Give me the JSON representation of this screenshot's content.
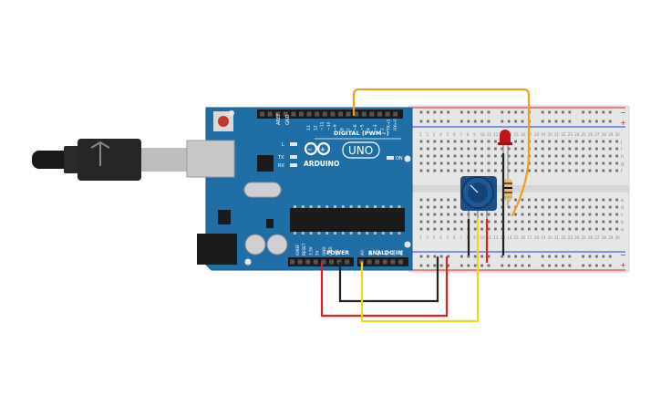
{
  "board": {
    "brand": "ARDUINO",
    "model": "UNO",
    "digital_label": "DIGITAL (PWM~)",
    "power_label": "POWER",
    "analog_label": "ANALOG IN",
    "on_label": "ON",
    "l_label": "L",
    "tx_label": "TX",
    "rx_label": "RX",
    "aref_label": "AREF",
    "gnd_label": "GND",
    "digital_pins": [
      "13",
      "12",
      "~11",
      "~10",
      "~9",
      "8",
      "7",
      "~6",
      "~5",
      "4",
      "~3",
      "2",
      "TX→1",
      "RX←0"
    ],
    "power_pins": [
      "IOREF",
      "RESET",
      "3.3V",
      "5V",
      "GND",
      "GND",
      "Vin"
    ],
    "analog_pins": [
      "A0",
      "A1",
      "A2",
      "A3",
      "A4",
      "A5"
    ]
  },
  "breadboard": {
    "row_letters_top": [
      "j",
      "i",
      "h",
      "g",
      "f"
    ],
    "row_letters_bottom": [
      "e",
      "d",
      "c",
      "b",
      "a"
    ],
    "column_numbers": [
      "1",
      "2",
      "3",
      "4",
      "5",
      "6",
      "7",
      "8",
      "9",
      "10",
      "11",
      "12",
      "13",
      "14",
      "15",
      "16",
      "17",
      "18",
      "19",
      "20",
      "21",
      "22",
      "23",
      "24",
      "25",
      "26",
      "27",
      "28",
      "29",
      "30"
    ],
    "rail_plus": "+",
    "rail_minus": "−"
  },
  "components": {
    "led_color": "#c0161a",
    "potentiometer_color": "#1c4f86",
    "resistor_color": "#d9c08a"
  },
  "wires": {
    "orange": "#f39c1d",
    "red": "#e01f1f",
    "black": "#222222",
    "yellow": "#f5d317"
  }
}
